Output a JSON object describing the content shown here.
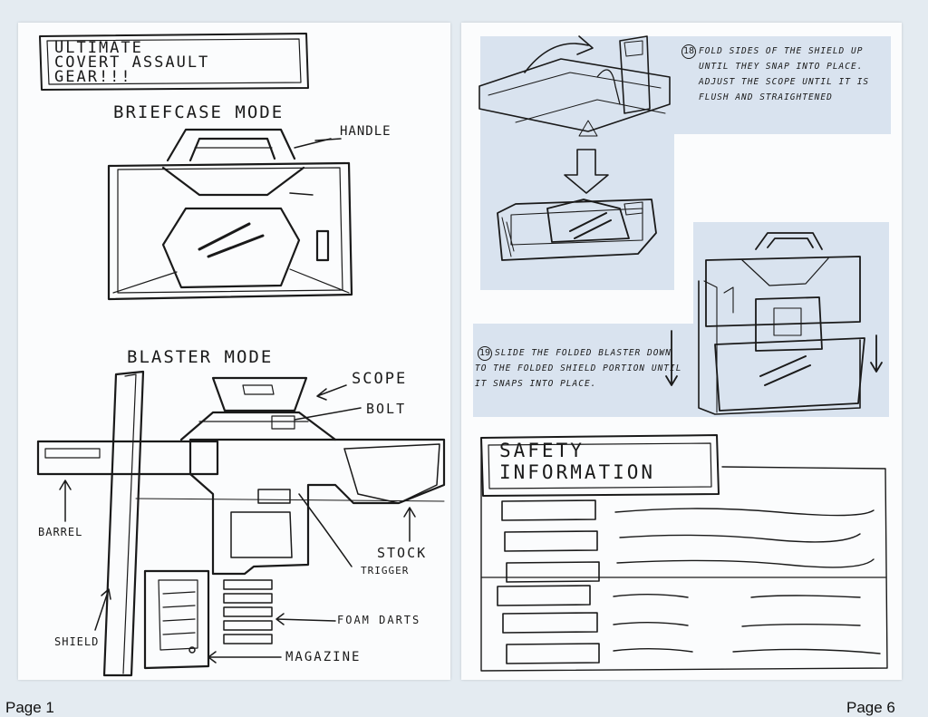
{
  "left_page": {
    "title_lines": [
      "ULTIMATE",
      "COVERT ASSAULT",
      "GEAR!!!"
    ],
    "briefcase": {
      "heading": "BRIEFCASE MODE",
      "labels": {
        "handle": "HANDLE"
      }
    },
    "blaster": {
      "heading": "BLASTER MODE",
      "labels": {
        "scope": "SCOPE",
        "bolt": "BOLT",
        "barrel": "BARREL",
        "stock": "STOCK",
        "trigger": "TRIGGER",
        "foam_darts": "FOAM DARTS",
        "shield": "SHIELD",
        "magazine": "MAGAZINE"
      }
    }
  },
  "right_page": {
    "step18": {
      "number": "18",
      "text": "FOLD SIDES OF THE SHIELD UP UNTIL THEY SNAP INTO PLACE. ADJUST THE SCOPE UNTIL IT IS FLUSH AND STRAIGHTENED"
    },
    "step19": {
      "number": "19",
      "text": "SLIDE THE FOLDED BLASTER DOWN TO THE FOLDED SHIELD PORTION UNTIL IT SNAPS INTO PLACE."
    },
    "safety": {
      "title_lines": [
        "SAFETY",
        "INFORMATION"
      ]
    }
  },
  "footer": {
    "left_page_label": "Page 1",
    "right_page_label": "Page 6"
  },
  "colors": {
    "background": "#e4ebf1",
    "paper": "#fbfcfd",
    "panel_blue": "#d9e3ef",
    "ink": "#1a1a1a"
  }
}
